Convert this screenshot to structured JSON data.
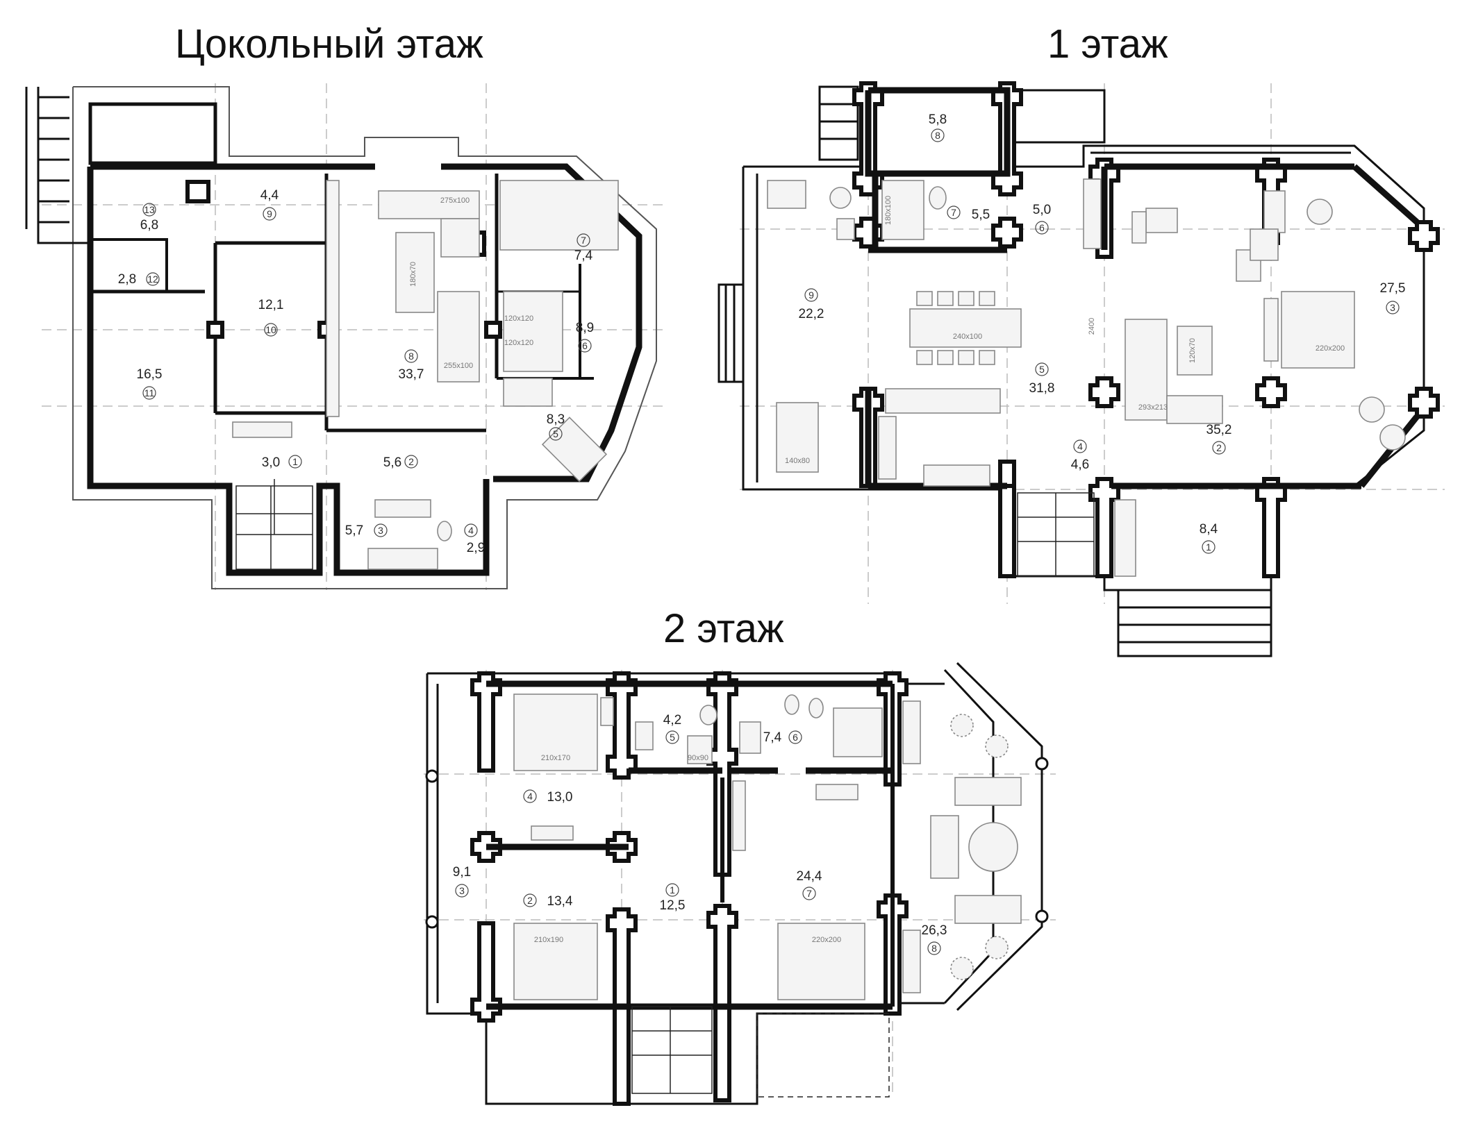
{
  "titles": {
    "basement": "Цокольный этаж",
    "floor1": "1 этаж",
    "floor2": "2 этаж"
  },
  "basement": {
    "rooms": [
      {
        "num": "13",
        "area": "6,8"
      },
      {
        "num": "12",
        "area": "2,8"
      },
      {
        "num": "11",
        "area": "16,5"
      },
      {
        "num": "10",
        "area": "12,1"
      },
      {
        "num": "9",
        "area": "4,4"
      },
      {
        "num": "8",
        "area": "33,7"
      },
      {
        "num": "7",
        "area": "7,4"
      },
      {
        "num": "6",
        "area": "8,9"
      },
      {
        "num": "5",
        "area": "8,3"
      },
      {
        "num": "1",
        "area": "3,0"
      },
      {
        "num": "2",
        "area": "5,6"
      },
      {
        "num": "3",
        "area": "5,7"
      },
      {
        "num": "4",
        "area": "2,9"
      }
    ],
    "dims": [
      "275x100",
      "180x70",
      "255x100",
      "120x120",
      "120x120"
    ]
  },
  "floor1": {
    "rooms": [
      {
        "num": "8",
        "area": "5,8"
      },
      {
        "num": "7",
        "area": "5,5"
      },
      {
        "num": "6",
        "area": "5,0"
      },
      {
        "num": "9",
        "area": "22,2"
      },
      {
        "num": "5",
        "area": "31,8"
      },
      {
        "num": "4",
        "area": "4,6"
      },
      {
        "num": "3",
        "area": "27,5"
      },
      {
        "num": "2",
        "area": "35,2"
      },
      {
        "num": "1",
        "area": "8,4"
      }
    ],
    "dims": [
      "180x100",
      "240x100",
      "140x80",
      "293x213",
      "120x70",
      "220x200",
      "2400"
    ]
  },
  "floor2": {
    "rooms": [
      {
        "num": "5",
        "area": "4,2"
      },
      {
        "num": "6",
        "area": "7,4"
      },
      {
        "num": "4",
        "area": "13,0"
      },
      {
        "num": "3",
        "area": "9,1"
      },
      {
        "num": "2",
        "area": "13,4"
      },
      {
        "num": "1",
        "area": "12,5"
      },
      {
        "num": "7",
        "area": "24,4"
      },
      {
        "num": "8",
        "area": "26,3"
      }
    ],
    "dims": [
      "210x170",
      "90x90",
      "210x190",
      "220x200"
    ]
  }
}
